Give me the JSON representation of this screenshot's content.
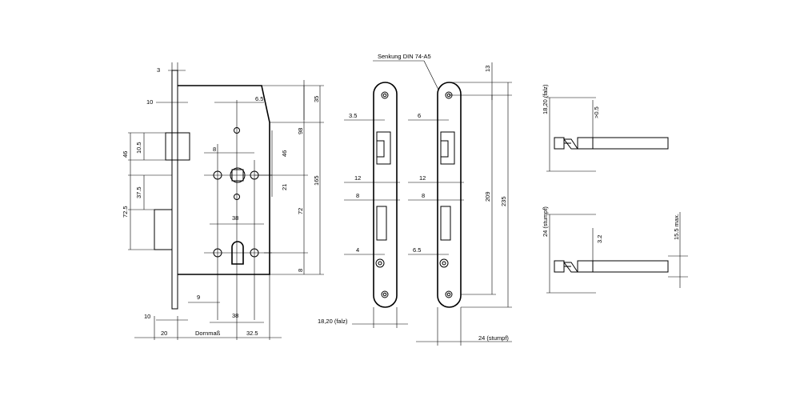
{
  "dims": {
    "top_3": "3",
    "top_6_5": "6.5",
    "left_10_top": "10",
    "left_10_5": "10.5",
    "left_46": "46",
    "left_37_5": "37.5",
    "left_72_5": "72.5",
    "inner_8": "8",
    "inner_46": "46",
    "inner_21": "21",
    "inner_38_top": "38",
    "inner_9": "9",
    "inner_38_bottom": "38",
    "right_35": "35",
    "right_98": "98",
    "right_72": "72",
    "right_165": "165",
    "right_8": "8",
    "bottom_10": "10",
    "bottom_20": "20",
    "dornmass": "Dornmaß",
    "bottom_32_5": "32.5",
    "fp1_3_5": "3.5",
    "fp1_12": "12",
    "fp1_8": "8",
    "fp1_4": "4",
    "fp1_falz": "18,20 (falz)",
    "senkung": "Senkung DIN 74-A5",
    "fp2_13": "13",
    "fp2_6": "6",
    "fp2_12": "12",
    "fp2_8": "8",
    "fp2_6_5": "6.5",
    "fp2_209": "209",
    "fp2_235": "235",
    "fp2_stumpf": "24 (stumpf)",
    "sp1_falz": "18,20 (falz)",
    "sp1_0_5": ">0.5",
    "sp2_stumpf": "24 (stumpf)",
    "sp2_3_2": "3.2",
    "sp2_15_5": "15.5 max."
  }
}
